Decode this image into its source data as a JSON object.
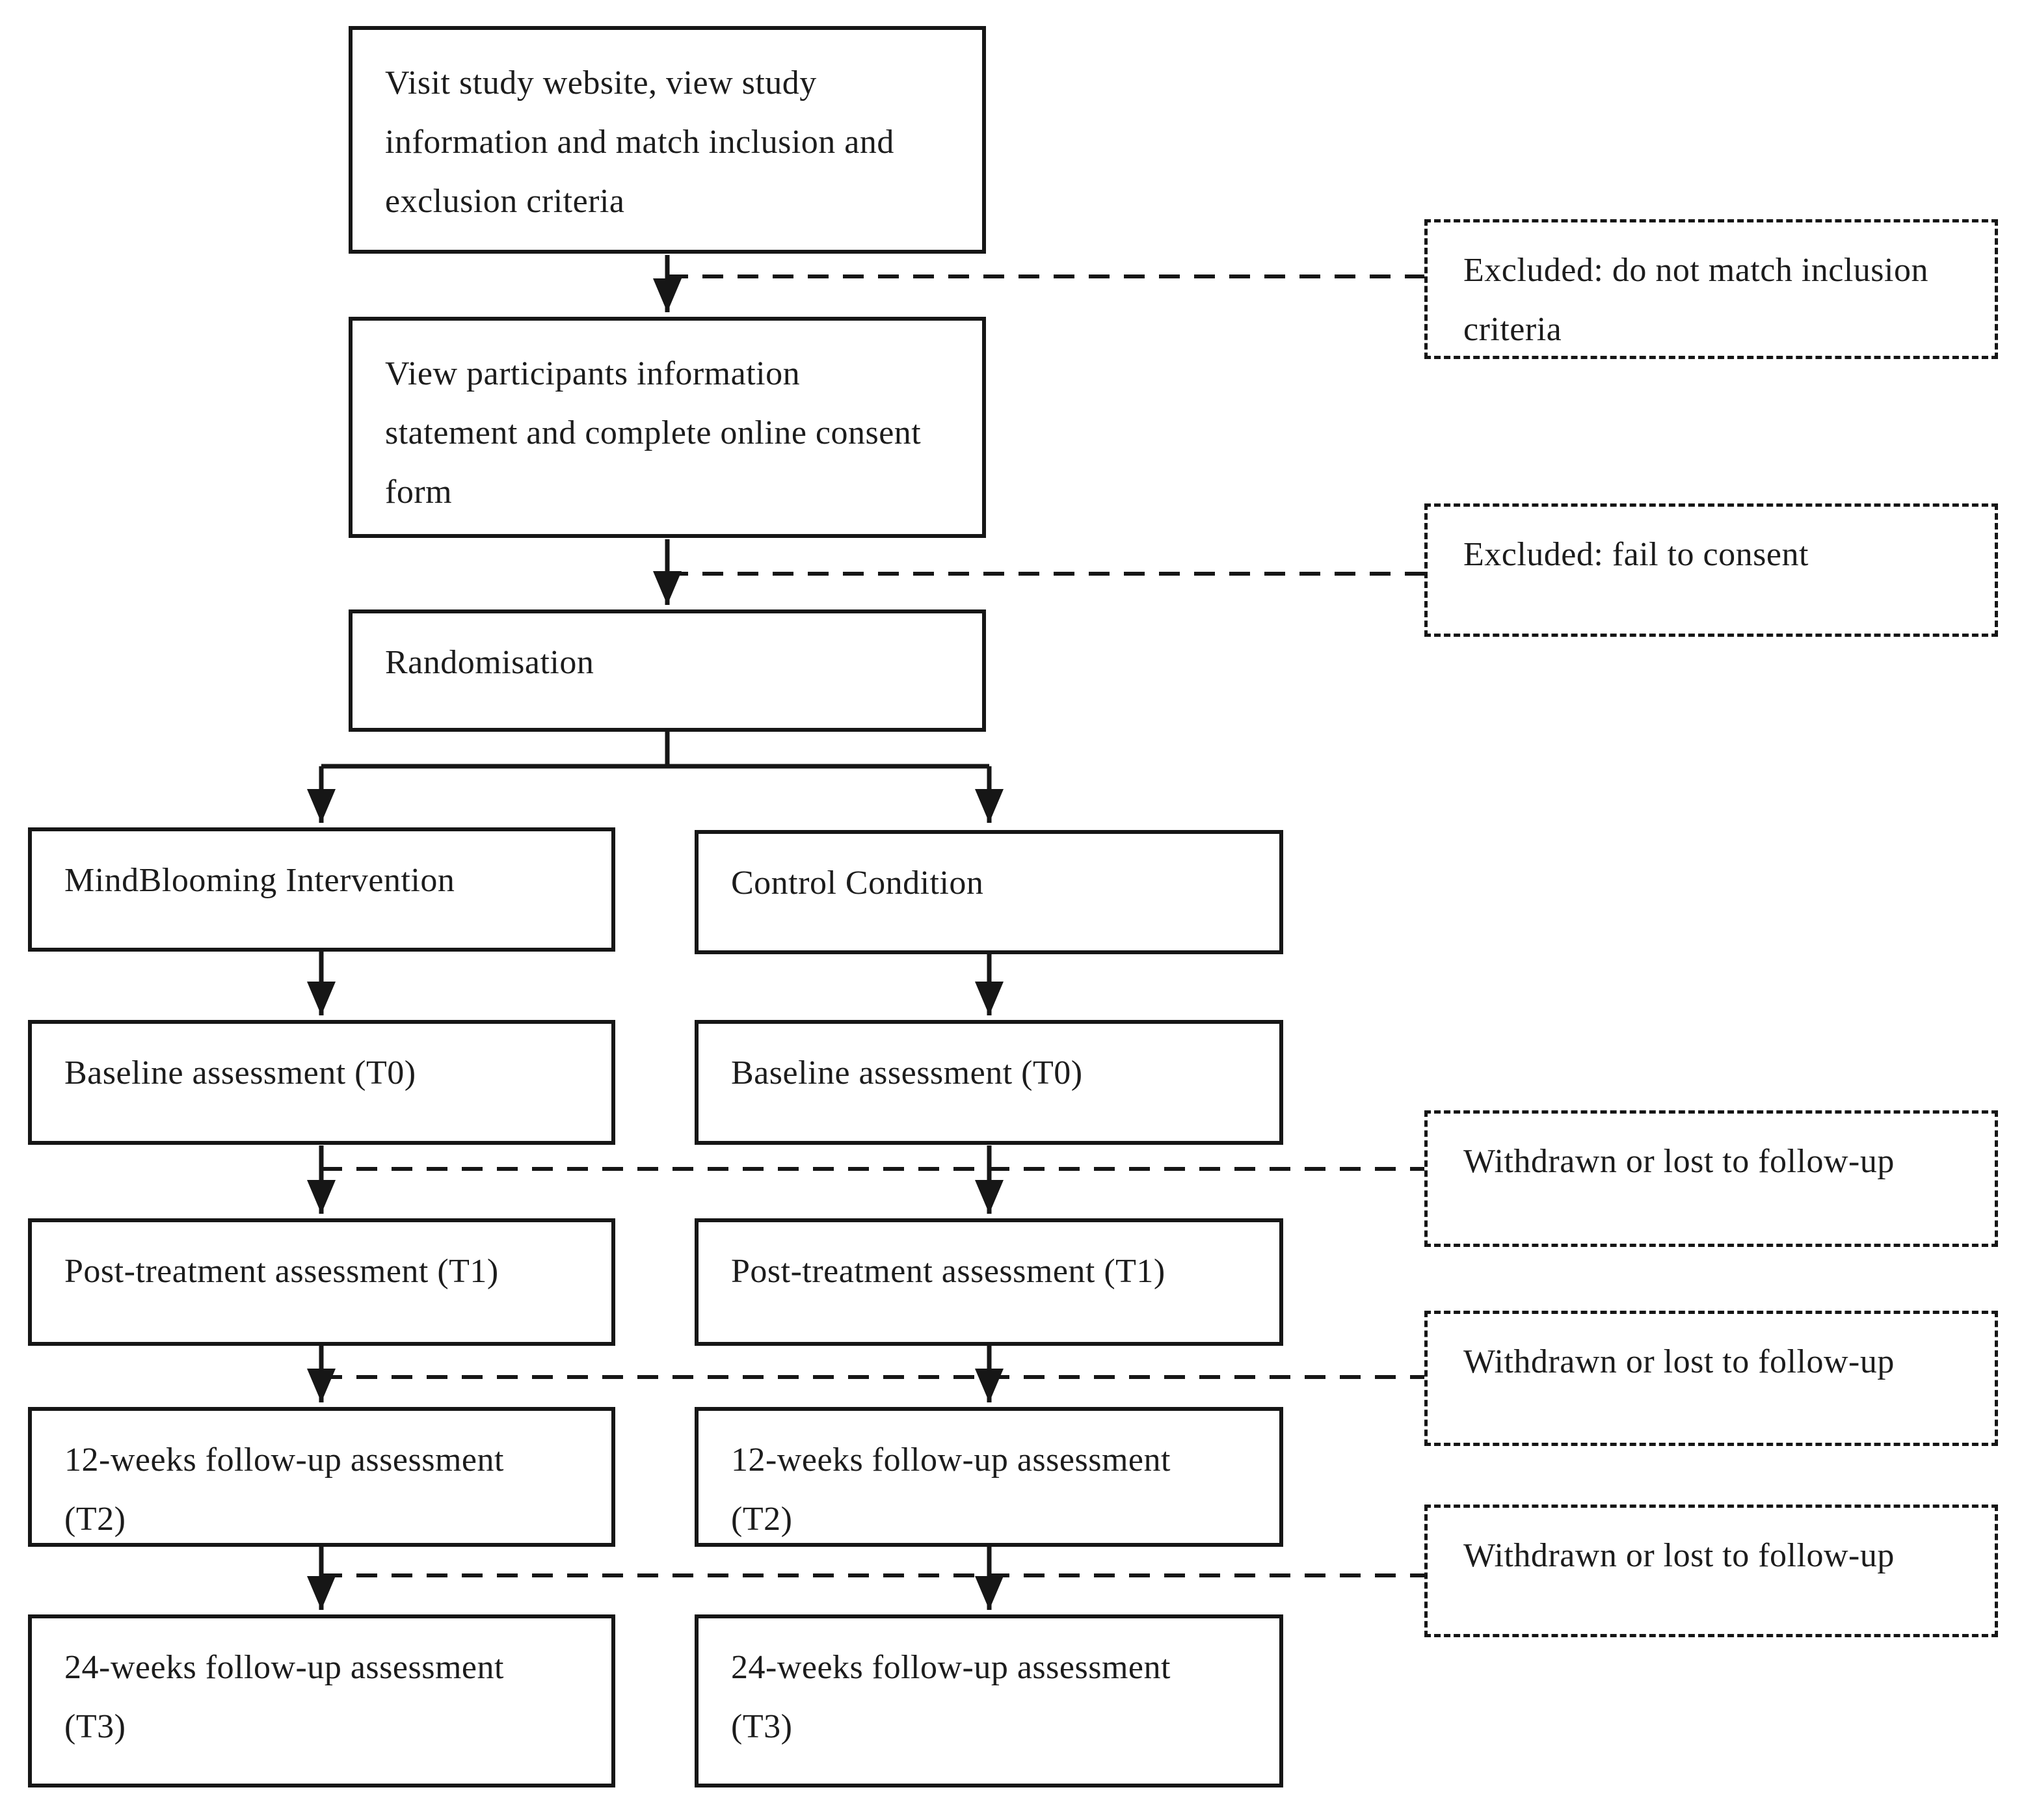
{
  "nodes": {
    "visit": "Visit study website, view study\ninformation and match inclusion and\nexclusion criteria",
    "consent": "View participants information\nstatement and complete online consent\nform",
    "randomisation": "Randomisation",
    "intervention": "MindBlooming Intervention",
    "control": "Control Condition",
    "baseline_left": "Baseline assessment (T0)",
    "baseline_right": "Baseline assessment (T0)",
    "post_left": "Post-treatment assessment (T1)",
    "post_right": "Post-treatment assessment (T1)",
    "followup12_left": "12-weeks follow-up assessment\n(T2)",
    "followup12_right": "12-weeks follow-up assessment\n(T2)",
    "followup24_left": "24-weeks follow-up assessment\n(T3)",
    "followup24_right": "24-weeks follow-up assessment\n(T3)",
    "excluded_inclusion": "Excluded: do not match inclusion\ncriteria",
    "excluded_consent": "Excluded: fail to consent",
    "withdrawn_t1": "Withdrawn or lost to follow-up",
    "withdrawn_t2": "Withdrawn or lost to follow-up",
    "withdrawn_t3": "Withdrawn or lost to follow-up"
  },
  "colors": {
    "line": "#161616",
    "text": "#1c1c1c",
    "background": "#ffffff"
  }
}
